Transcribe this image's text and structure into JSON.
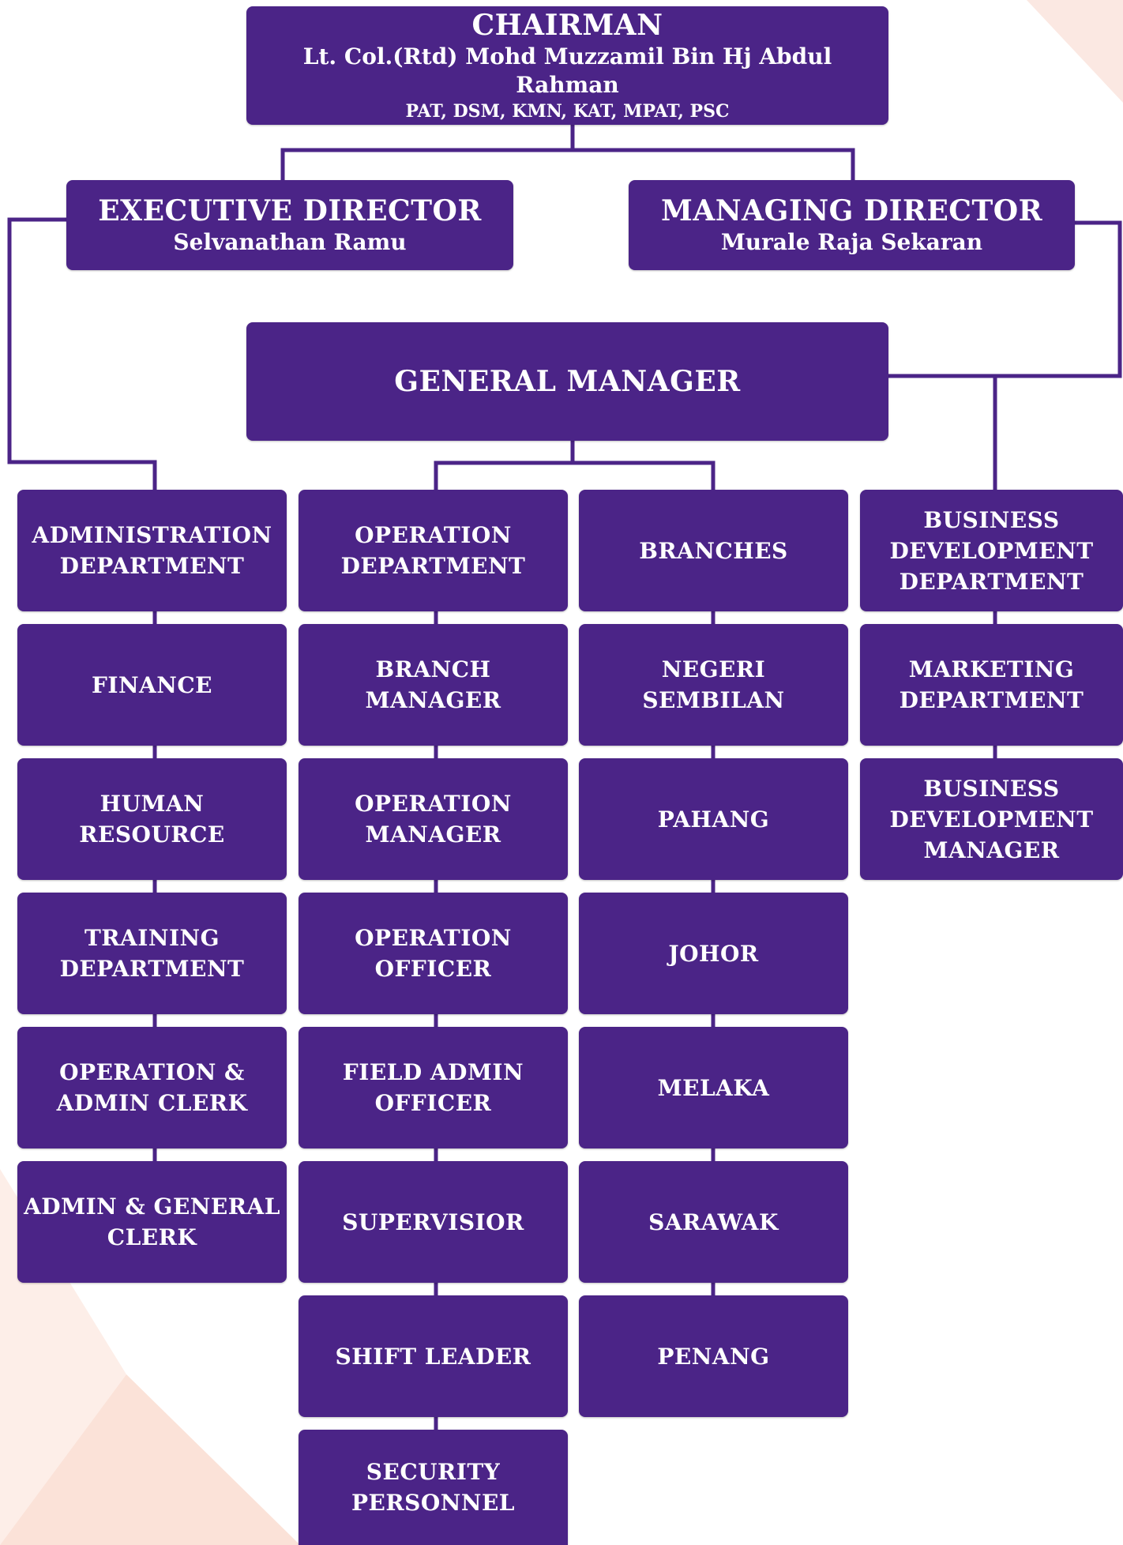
{
  "colors": {
    "box": "#4b2487",
    "text": "#ffffff",
    "line": "#4b2487",
    "background": "#ffffff"
  },
  "chairman": {
    "title": "CHAIRMAN",
    "name": "Lt. Col.(Rtd) Mohd Muzzamil Bin Hj Abdul Rahman",
    "quals": "PAT, DSM, KMN, KAT, MPAT, PSC"
  },
  "executive_director": {
    "title": "EXECUTIVE DIRECTOR",
    "name": "Selvanathan Ramu"
  },
  "managing_director": {
    "title": "MANAGING DIRECTOR",
    "name": "Murale Raja Sekaran"
  },
  "general_manager": {
    "title": "GENERAL MANAGER"
  },
  "columns": {
    "administration": [
      "ADMINISTRATION\nDEPARTMENT",
      "FINANCE",
      "HUMAN\nRESOURCE",
      "TRAINING\nDEPARTMENT",
      "OPERATION &\nADMIN CLERK",
      "ADMIN & GENERAL\nCLERK"
    ],
    "operation": [
      "OPERATION\nDEPARTMENT",
      "BRANCH\nMANAGER",
      "OPERATION\nMANAGER",
      "OPERATION\nOFFICER",
      "FIELD ADMIN\nOFFICER",
      "SUPERVISIOR",
      "SHIFT LEADER",
      "SECURITY\nPERSONNEL"
    ],
    "branches": [
      "BRANCHES",
      "NEGERI\nSEMBILAN",
      "PAHANG",
      "JOHOR",
      "MELAKA",
      "SARAWAK",
      "PENANG"
    ],
    "business": [
      "BUSINESS\nDEVELOPMENT\nDEPARTMENT",
      "MARKETING\nDEPARTMENT",
      "BUSINESS\nDEVELOPMENT\nMANAGER"
    ]
  }
}
